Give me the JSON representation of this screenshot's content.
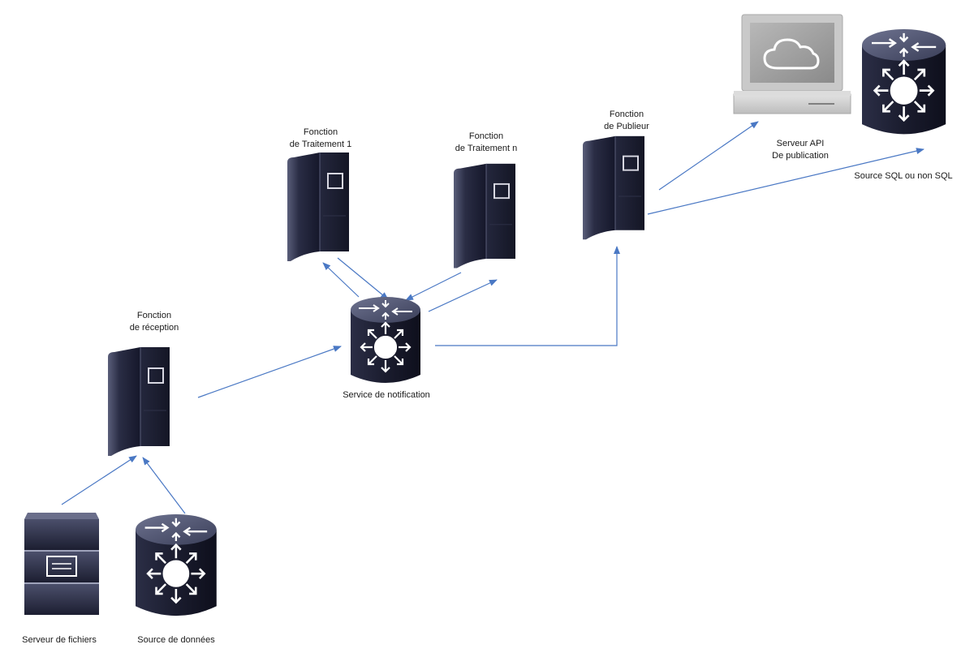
{
  "nodes": {
    "file_server": {
      "label": "Serveur de fichiers"
    },
    "data_source": {
      "label": "Source de données"
    },
    "reception": {
      "label_line1": "Fonction",
      "label_line2": "de réception"
    },
    "notification": {
      "label": "Service de notification"
    },
    "processing_1": {
      "label_line1": "Fonction",
      "label_line2": "de Traitement 1"
    },
    "processing_n": {
      "label_line1": "Fonction",
      "label_line2": "de Traitement n"
    },
    "publisher": {
      "label_line1": "Fonction",
      "label_line2": "de Publieur"
    },
    "api_server": {
      "label_line1": "Serveur API",
      "label_line2": "De publication"
    },
    "sql_source": {
      "label": "Source SQL ou non SQL"
    }
  },
  "colors": {
    "arrow": "#4a78c4",
    "device_dark": "#1e2033",
    "device_mid": "#3a3f5c",
    "screen_bg": "#9a9a9a",
    "laptop_body": "#d4d4d4"
  }
}
